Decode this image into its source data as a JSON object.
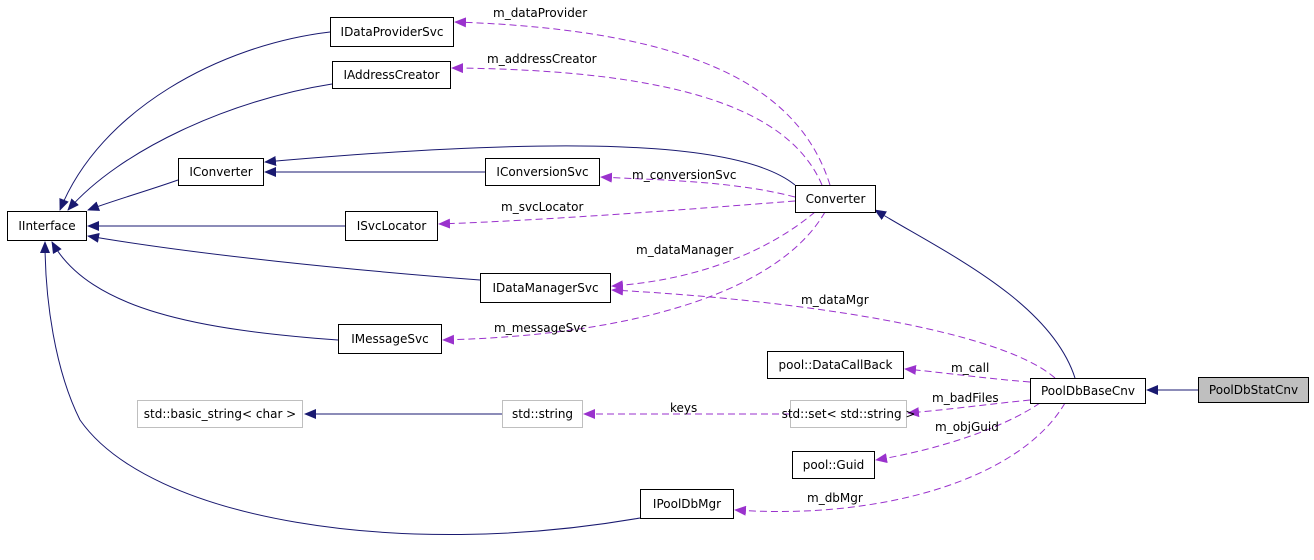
{
  "nodes": {
    "IInterface": "IInterface",
    "IDataProviderSvc": "IDataProviderSvc",
    "IAddressCreator": "IAddressCreator",
    "IConverter": "IConverter",
    "IConversionSvc": "IConversionSvc",
    "ISvcLocator": "ISvcLocator",
    "IDataManagerSvc": "IDataManagerSvc",
    "IMessageSvc": "IMessageSvc",
    "Converter": "Converter",
    "DataCallBack": "pool::DataCallBack",
    "basic_string": "std::basic_string< char >",
    "string": "std::string",
    "set": "std::set< std::string >",
    "Guid": "pool::Guid",
    "IPoolDbMgr": "IPoolDbMgr",
    "PoolDbBaseCnv": "PoolDbBaseCnv",
    "PoolDbStatCnv": "PoolDbStatCnv"
  },
  "edge_labels": {
    "m_dataProvider": "m_dataProvider",
    "m_addressCreator": "m_addressCreator",
    "m_conversionSvc": "m_conversionSvc",
    "m_svcLocator": "m_svcLocator",
    "m_dataManager": "m_dataManager",
    "m_dataMgr": "m_dataMgr",
    "m_messageSvc": "m_messageSvc",
    "m_call": "m_call",
    "keys": "keys",
    "m_badFiles": "m_badFiles",
    "m_objGuid": "m_objGuid",
    "m_dbMgr": "m_dbMgr"
  },
  "colors": {
    "inheritance": "#191970",
    "usage": "#9a32cd",
    "node_border": "#000000",
    "external_border": "#bfbfbf",
    "root_fill": "#bfbfbf"
  }
}
